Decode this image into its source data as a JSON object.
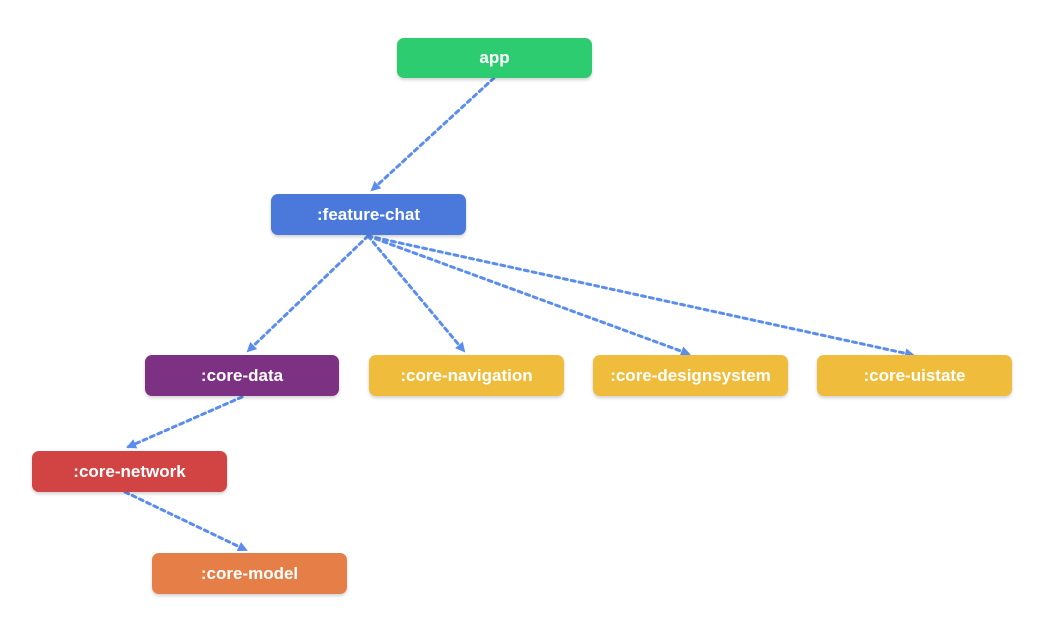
{
  "nodes": {
    "app": {
      "label": "app",
      "color": "#2ecc71"
    },
    "feature_chat": {
      "label": ":feature-chat",
      "color": "#4a78db"
    },
    "core_data": {
      "label": ":core-data",
      "color": "#7d3182"
    },
    "core_navigation": {
      "label": ":core-navigation",
      "color": "#efbc3c"
    },
    "core_designsystem": {
      "label": ":core-designsystem",
      "color": "#efbc3c"
    },
    "core_uistate": {
      "label": ":core-uistate",
      "color": "#efbc3c"
    },
    "core_network": {
      "label": ":core-network",
      "color": "#d24343"
    },
    "core_model": {
      "label": ":core-model",
      "color": "#e67e47"
    }
  },
  "edges": [
    {
      "from": "app",
      "to": "feature_chat"
    },
    {
      "from": "feature_chat",
      "to": "core_data"
    },
    {
      "from": "feature_chat",
      "to": "core_navigation"
    },
    {
      "from": "feature_chat",
      "to": "core_designsystem"
    },
    {
      "from": "feature_chat",
      "to": "core_uistate"
    },
    {
      "from": "core_data",
      "to": "core_network"
    },
    {
      "from": "core_network",
      "to": "core_model"
    }
  ],
  "edge_color": "#5b8def"
}
